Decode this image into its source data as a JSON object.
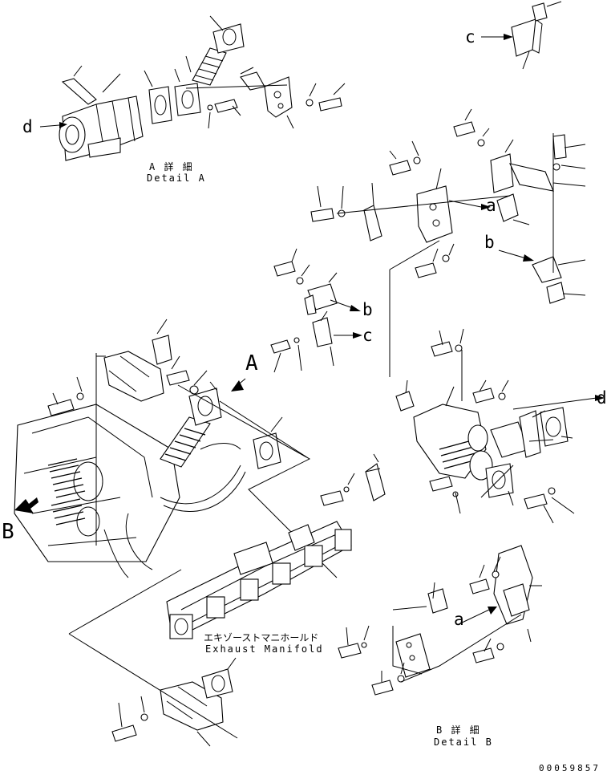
{
  "labels": {
    "A": "A",
    "B": "B",
    "a1": "a",
    "a2": "a",
    "b1": "b",
    "b2": "b",
    "c1": "c",
    "c2": "c",
    "d1": "d",
    "d2": "d"
  },
  "captions": {
    "detail_a_jp": "A 詳 細",
    "detail_a_en": "Detail A",
    "detail_b_jp": "B 詳 細",
    "detail_b_en": "Detail B",
    "manifold_jp": "エキゾーストマニホールド",
    "manifold_en": "Exhaust Manifold"
  },
  "document_number": "00059857"
}
